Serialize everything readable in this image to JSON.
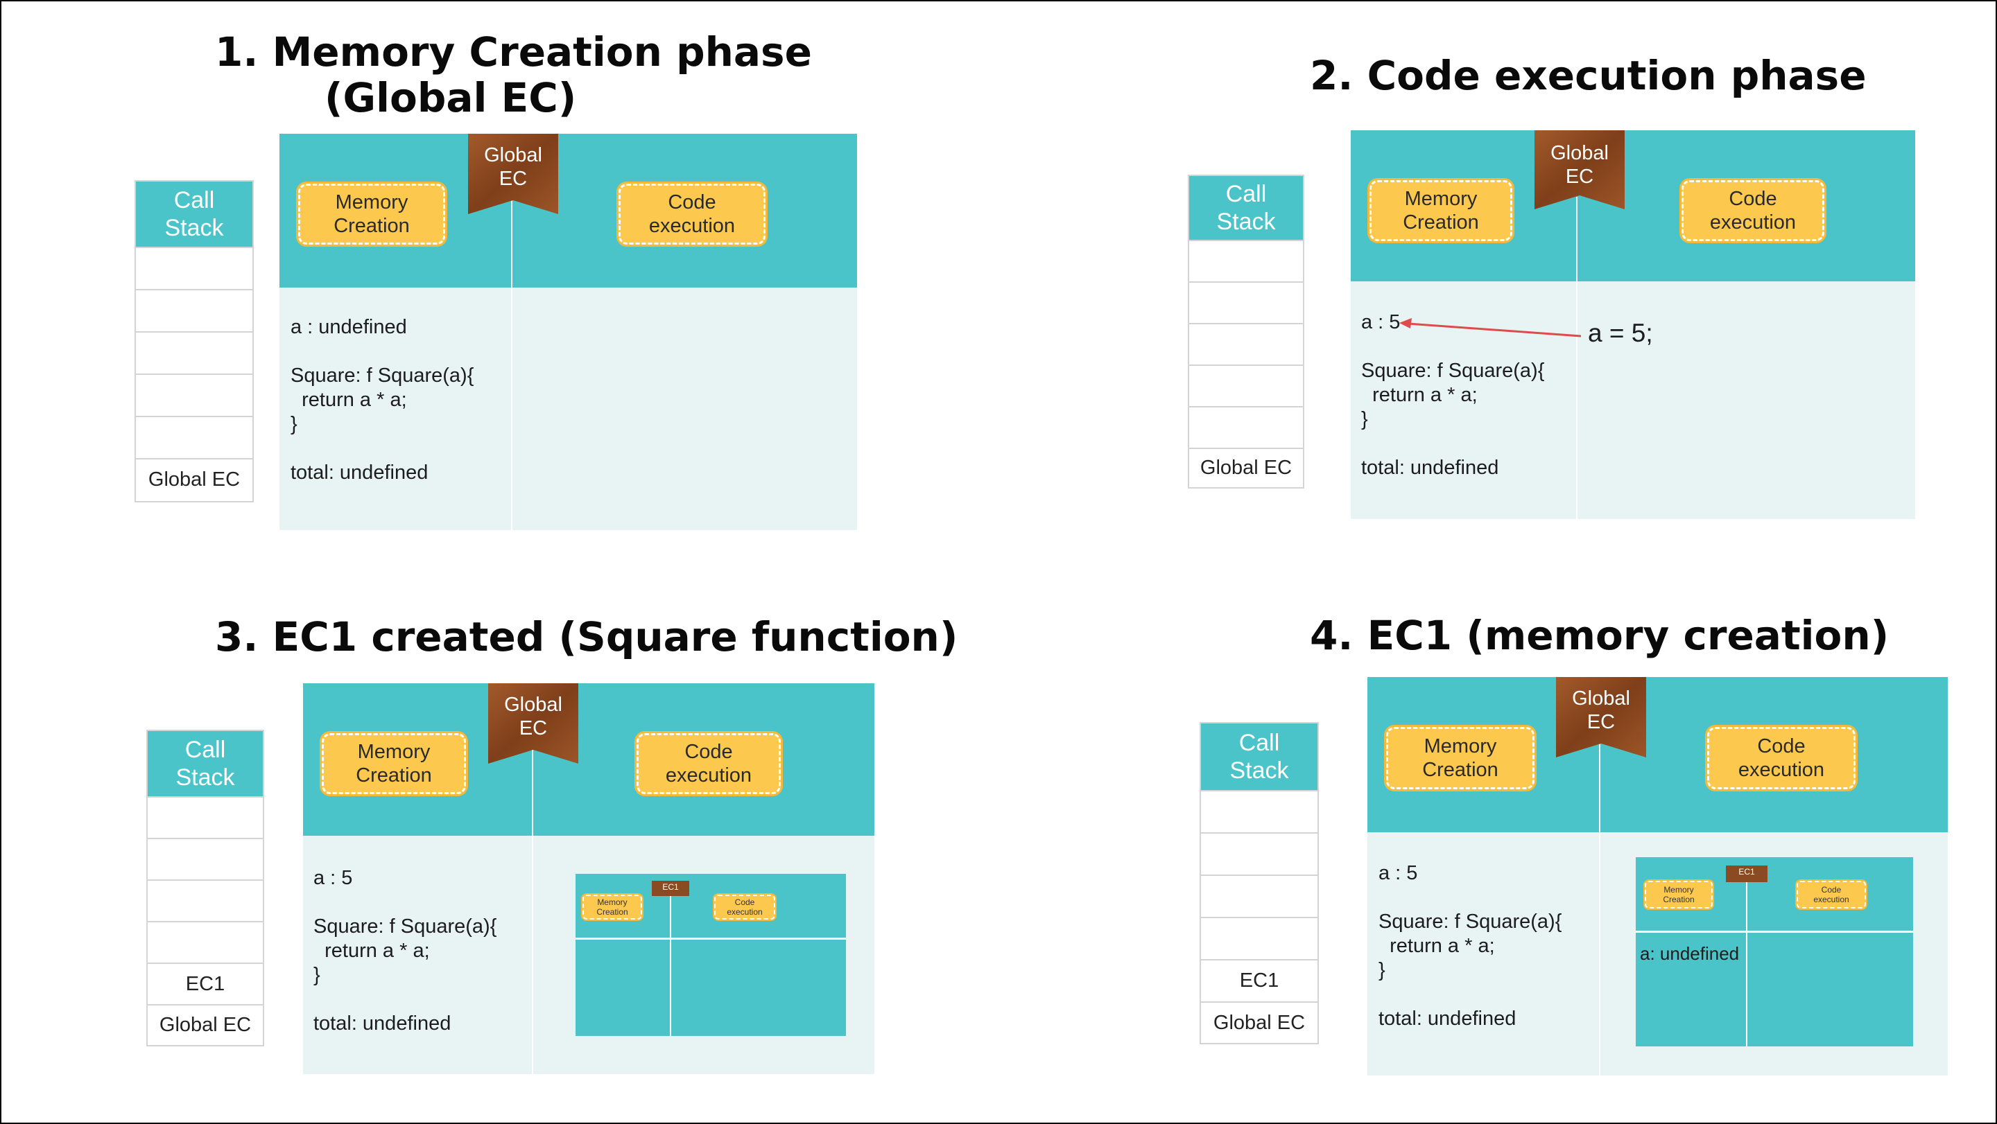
{
  "panels": [
    {
      "title": "1. Memory Creation phase\n(Global EC)",
      "call_stack": {
        "header": "Call\nStack",
        "cells": [
          "",
          "",
          "",
          "",
          "",
          "Global EC"
        ]
      },
      "board": {
        "banner": "Global\nEC",
        "memory_pill": "Memory\nCreation",
        "code_pill": "Code\nexecution",
        "memory_lines": [
          "a : undefined",
          "",
          "Square: f Square(a){",
          "  return a * a;",
          "}",
          "",
          "total: undefined"
        ]
      }
    },
    {
      "title": "2. Code execution phase",
      "call_stack": {
        "header": "Call\nStack",
        "cells": [
          "",
          "",
          "",
          "",
          "",
          "Global EC"
        ]
      },
      "board": {
        "banner": "Global\nEC",
        "memory_pill": "Memory\nCreation",
        "code_pill": "Code\nexecution",
        "memory_lines": [
          "a : 5",
          "",
          "Square: f Square(a){",
          "  return a * a;",
          "}",
          "",
          "total: undefined"
        ],
        "code_statement": "a = 5;"
      }
    },
    {
      "title": "3. EC1 created (Square function)",
      "call_stack": {
        "header": "Call\nStack",
        "cells": [
          "",
          "",
          "",
          "",
          "EC1",
          "Global EC"
        ]
      },
      "board": {
        "banner": "Global\nEC",
        "memory_pill": "Memory\nCreation",
        "code_pill": "Code\nexecution",
        "memory_lines": [
          "a : 5",
          "",
          "Square: f Square(a){",
          "  return a * a;",
          "}",
          "",
          "total: undefined"
        ],
        "nested": {
          "banner": "EC1",
          "memory_pill": "Memory\nCreation",
          "code_pill": "Code\nexecution",
          "memory": ""
        }
      }
    },
    {
      "title": "4. EC1 (memory creation)",
      "call_stack": {
        "header": "Call\nStack",
        "cells": [
          "",
          "",
          "",
          "",
          "EC1",
          "Global EC"
        ]
      },
      "board": {
        "banner": "Global\nEC",
        "memory_pill": "Memory\nCreation",
        "code_pill": "Code\nexecution",
        "memory_lines": [
          "a : 5",
          "",
          "Square: f Square(a){",
          "  return a * a;",
          "}",
          "",
          "total: undefined"
        ],
        "nested": {
          "banner": "EC1",
          "memory_pill": "Memory\nCreation",
          "code_pill": "Code\nexecution",
          "memory": "a: undefined"
        }
      }
    }
  ],
  "colors": {
    "teal": "#4bc4c9",
    "body": "#e8f4f4",
    "pill": "#fdc84e",
    "banner_wood": "#8a4a22",
    "arrow": "#e04a4a"
  }
}
